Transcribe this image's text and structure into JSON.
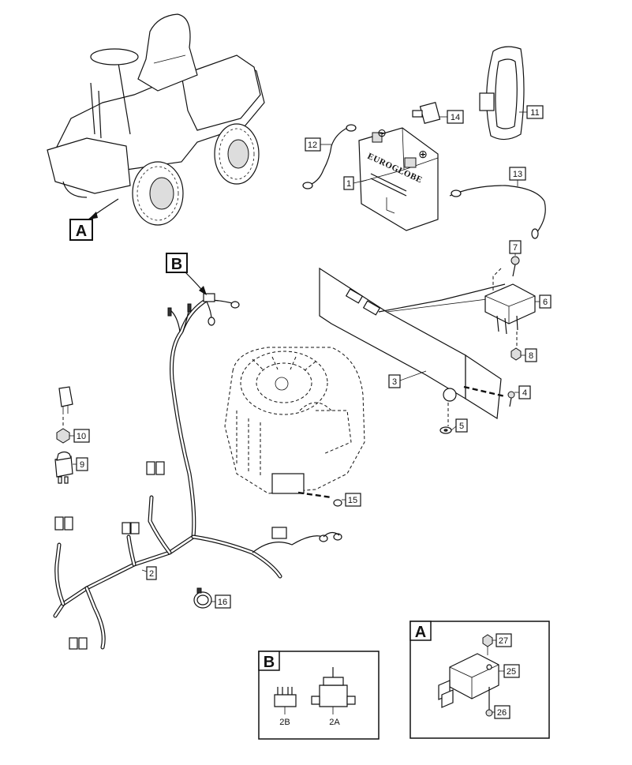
{
  "callouts": {
    "c1": "1",
    "c2": "2",
    "c3": "3",
    "c4": "4",
    "c5": "5",
    "c6": "6",
    "c7": "7",
    "c8": "8",
    "c9": "9",
    "c10": "10",
    "c11": "11",
    "c12": "12",
    "c13": "13",
    "c14": "14",
    "c15": "15",
    "c16": "16",
    "c25": "25",
    "c26": "26",
    "c27": "27",
    "c2A": "2A",
    "c2B": "2B"
  },
  "view_labels": {
    "a": "A",
    "b": "B"
  },
  "battery_brand": "EUROGLOBE",
  "battery_minus": "⊖",
  "battery_plus": "⊕"
}
